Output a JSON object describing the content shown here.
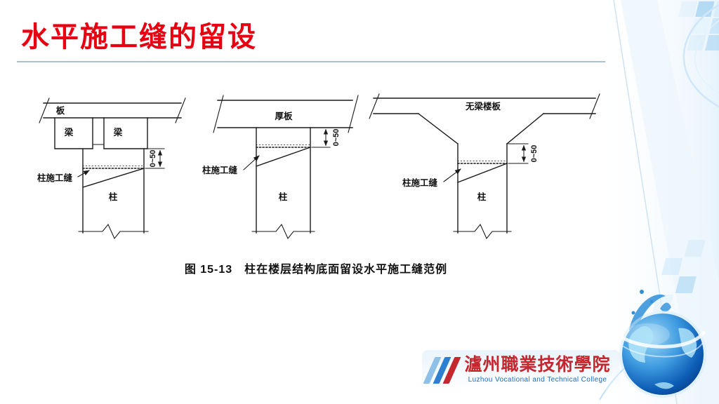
{
  "slide": {
    "title": "水平施工缝的留设",
    "caption": "图 15-13　柱在楼层结构底面留设水平施工缝范例"
  },
  "figure": {
    "left": {
      "slab": "板",
      "beam1": "梁",
      "beam2": "梁",
      "joint": "柱施工缝",
      "column": "柱",
      "dim": "0~50"
    },
    "middle": {
      "slab": "厚板",
      "joint": "柱施工缝",
      "column": "柱",
      "dim": "0~50"
    },
    "right": {
      "slab": "无梁楼板",
      "joint": "柱施工缝",
      "column": "柱",
      "dim": "0~50"
    }
  },
  "logo": {
    "college_cn": "瀘州職業技術學院",
    "college_en": "Luzhou Vocational and Technical College"
  },
  "colors": {
    "title_red": "#e60012",
    "line_art": "#1a1a1a",
    "logo_red": "#c4272e",
    "logo_blue": "#1d6cbf",
    "deco_blue": "#cfe7f8"
  }
}
